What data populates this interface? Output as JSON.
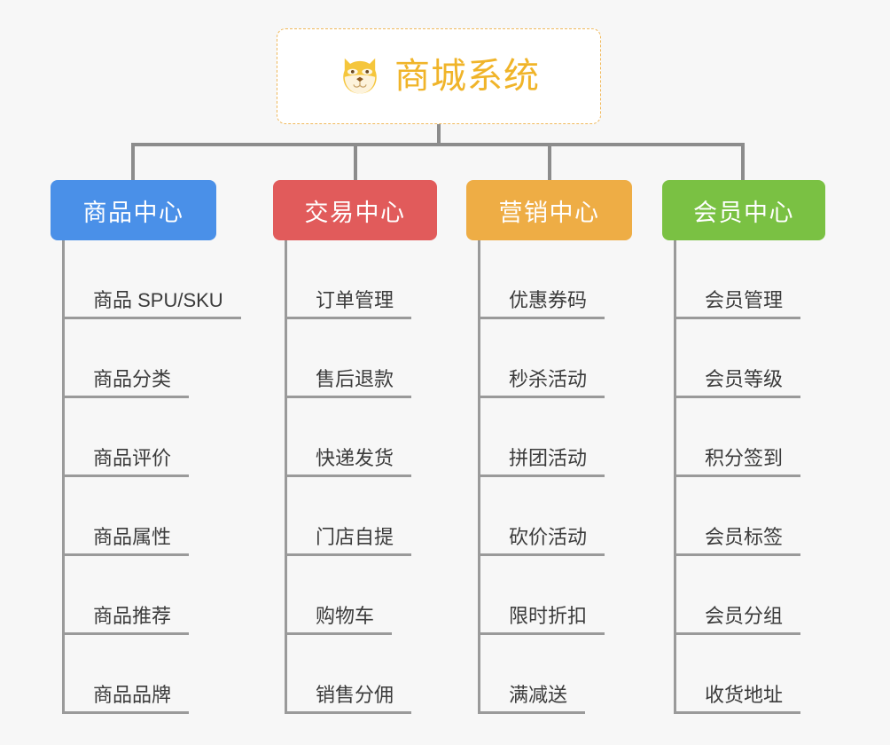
{
  "root": {
    "title": "商城系统",
    "icon": "shiba-dog-face-icon",
    "border_color": "#f0b95c",
    "text_color": "#f0b429",
    "background": "#ffffff"
  },
  "canvas": {
    "background": "#f7f7f7",
    "connector_color": "#8c8c8c",
    "leaf_line_color": "#9a9a9a",
    "leaf_text_color": "#3b3b3b"
  },
  "columns": [
    {
      "label": "商品中心",
      "color": "#4a90e8",
      "items": [
        "商品 SPU/SKU",
        "商品分类",
        "商品评价",
        "商品属性",
        "商品推荐",
        "商品品牌"
      ]
    },
    {
      "label": "交易中心",
      "color": "#e15b5b",
      "items": [
        "订单管理",
        "售后退款",
        "快递发货",
        "门店自提",
        "购物车",
        "销售分佣"
      ]
    },
    {
      "label": "营销中心",
      "color": "#eead45",
      "items": [
        "优惠券码",
        "秒杀活动",
        "拼团活动",
        "砍价活动",
        "限时折扣",
        "满减送"
      ]
    },
    {
      "label": "会员中心",
      "color": "#7ac143",
      "items": [
        "会员管理",
        "会员等级",
        "积分签到",
        "会员标签",
        "会员分组",
        "收货地址"
      ]
    }
  ]
}
